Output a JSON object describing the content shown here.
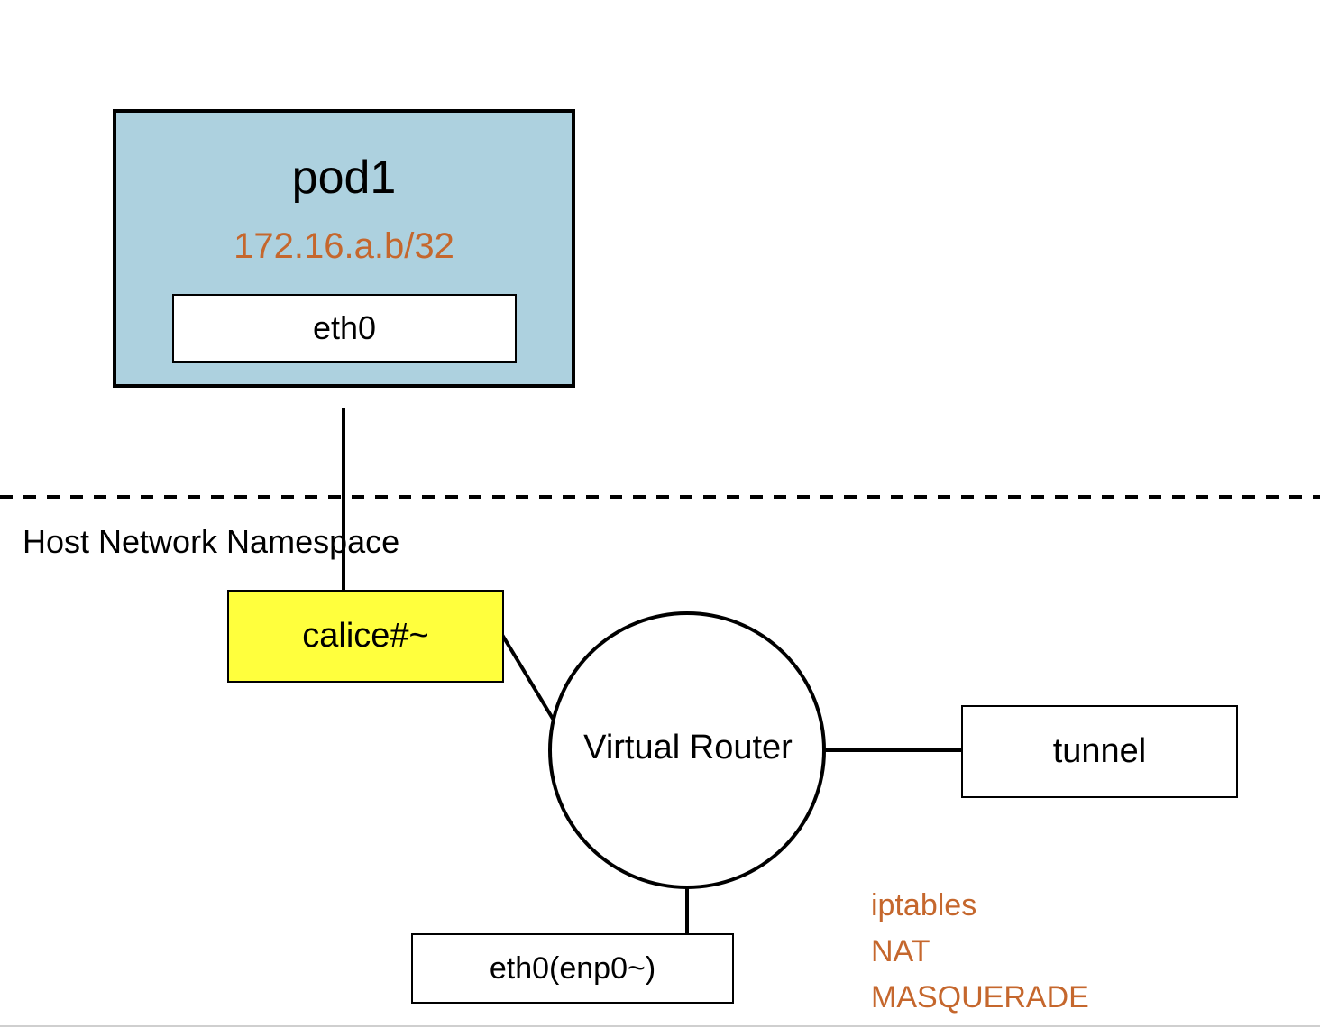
{
  "pod": {
    "name": "pod1",
    "ip": "172.16.a.b/32",
    "interface": "eth0"
  },
  "host_namespace_label": "Host Network Namespace",
  "calico_interface": "calice#~",
  "router_label": "Virtual Router",
  "tunnel_label": "tunnel",
  "host_interface": "eth0(enp0~)",
  "nat_notes": [
    "iptables",
    "NAT",
    "MASQUERADE"
  ],
  "colors": {
    "pod_fill": "#add1df",
    "calico_fill": "#ffff3d",
    "accent_text": "#c5672d"
  }
}
